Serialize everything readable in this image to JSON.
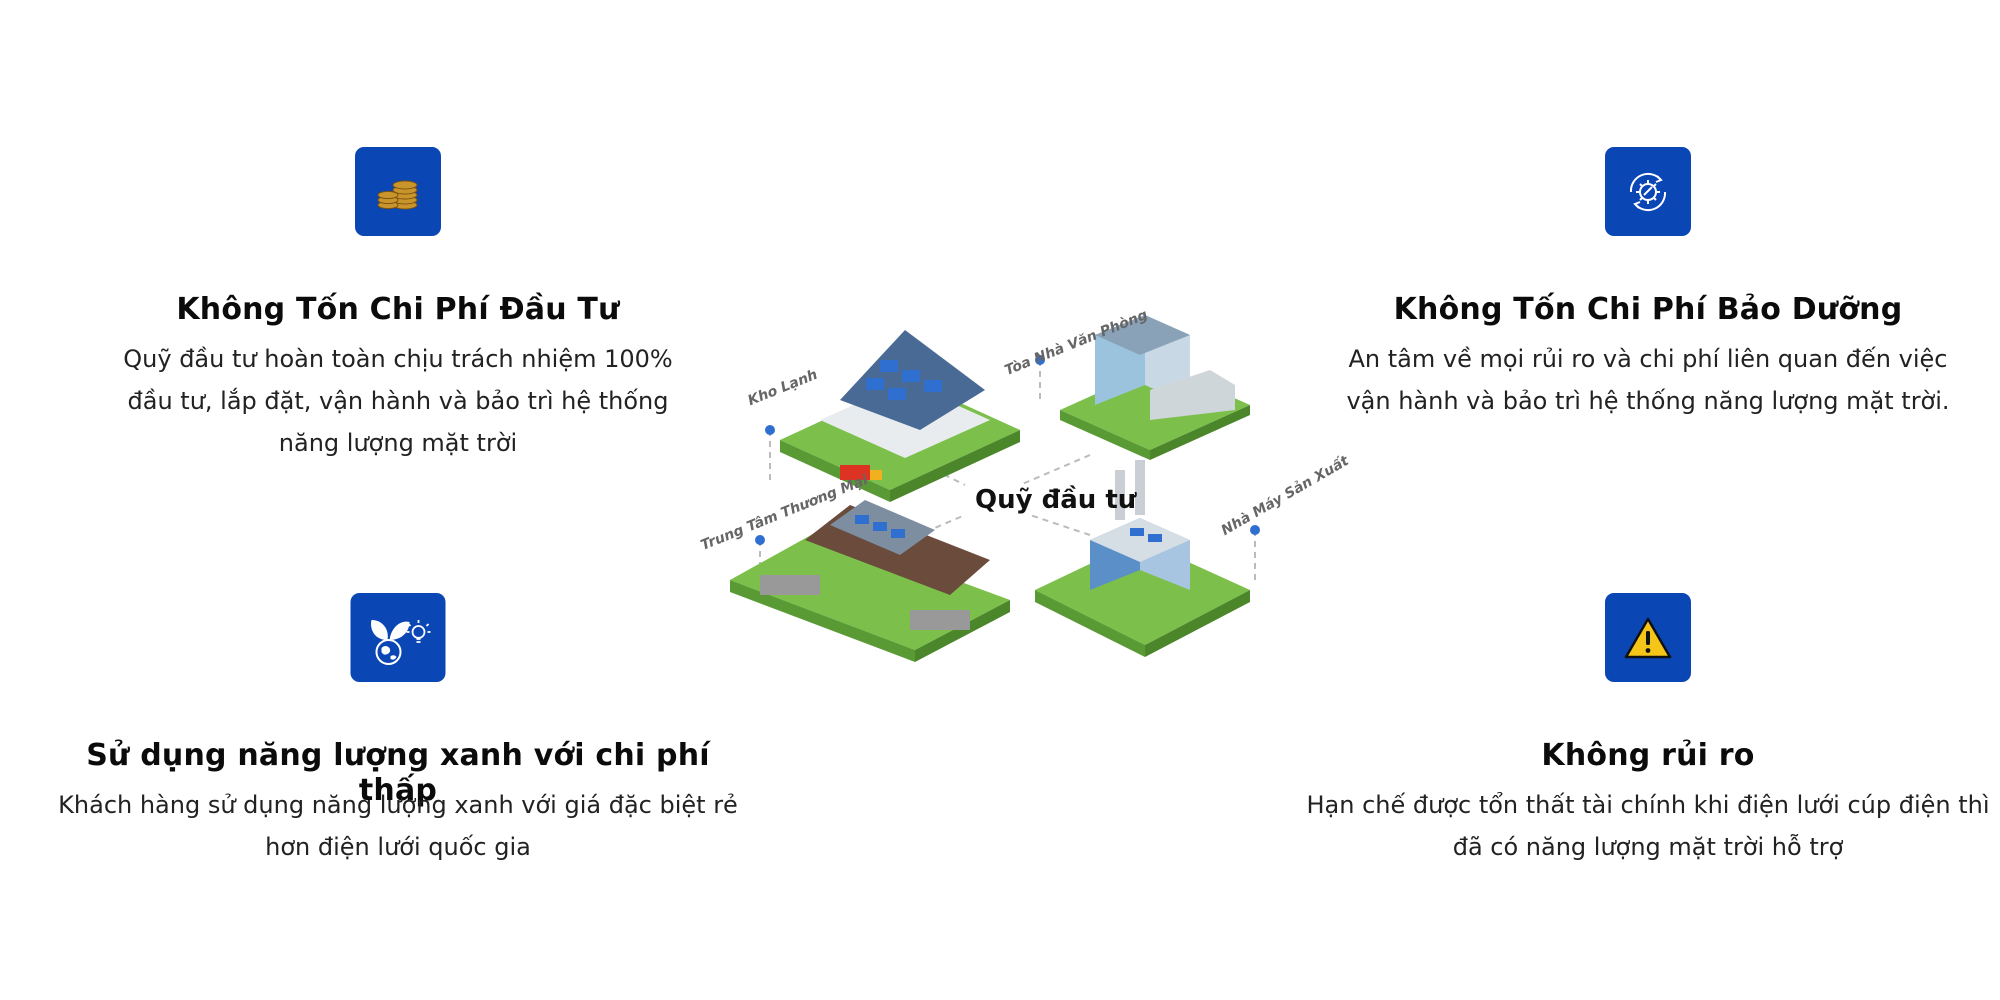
{
  "features": [
    {
      "icon": "coin-stack-icon",
      "title": "Không Tốn Chi Phí Đầu Tư",
      "text": "Quỹ đầu tư hoàn toàn chịu trách nhiệm 100% đầu tư, lắp đặt, vận hành và bảo trì hệ thống năng lượng mặt trời"
    },
    {
      "icon": "maintenance-gear-icon",
      "title": "Không Tốn Chi Phí Bảo Dưỡng",
      "text": "An tâm về mọi rủi ro và chi phí liên quan đến việc vận hành và bảo trì hệ thống năng lượng mặt trời."
    },
    {
      "icon": "green-energy-icon",
      "title": "Sử dụng năng lượng xanh với chi phí thấp",
      "text": "Khách hàng sử dụng năng lượng xanh với giá đặc biệt rẻ hơn điện lưới quốc gia"
    },
    {
      "icon": "warning-icon",
      "title": "Không rủi ro",
      "text": "Hạn chế được tổn thất tài chính khi điện lưới cúp điện thì đã có năng lượng mặt trời hỗ trợ"
    }
  ],
  "illustration": {
    "center_label": "Quỹ đầu tư",
    "buildings": [
      "Kho Lạnh",
      "Tòa Nhà Văn Phòng",
      "Trung Tâm Thương Mại",
      "Nhà Máy Sản Xuất"
    ]
  },
  "colors": {
    "icon_bg": "#0a46b4",
    "grass": "#7cc04b",
    "panel": "#2f6fd0"
  }
}
